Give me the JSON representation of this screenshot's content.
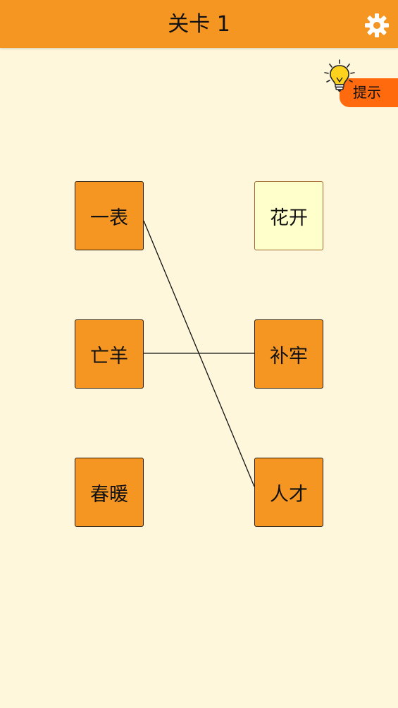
{
  "header": {
    "title": "关卡 1",
    "settings_icon": "gear-icon",
    "background_color": "#f59623"
  },
  "hint": {
    "label": "提示",
    "icon": "lightbulb-icon",
    "button_color": "#ff6a0e"
  },
  "board": {
    "left_tiles": [
      {
        "text": "一表"
      },
      {
        "text": "亡羊"
      },
      {
        "text": "春暖"
      }
    ],
    "right_tiles": [
      {
        "text": "花开",
        "state": "selected"
      },
      {
        "text": "补牢"
      },
      {
        "text": "人才"
      }
    ],
    "connections": [
      {
        "from": "一表",
        "to": "人才"
      },
      {
        "from": "亡羊",
        "to": "补牢"
      }
    ],
    "tile_color": "#f59623",
    "selected_tile_color": "#ffffcc",
    "background_color": "#fff7dc"
  }
}
